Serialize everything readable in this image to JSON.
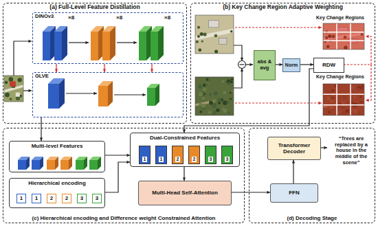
{
  "diagram": {
    "nodes": [
      {
        "text": [
          "(a) Full-Level Feature Distillation"
        ]
      },
      {
        "text": [
          "DINOv3"
        ],
        "in": 0
      },
      {
        "text": [
          "GLVE"
        ],
        "in": 0
      },
      {
        "text": [
          "(b) Key Change Region Adaptive Weighting"
        ]
      },
      {
        "text": [
          "abs & avg"
        ],
        "in": 3
      },
      {
        "text": [
          "Norm"
        ],
        "in": 3
      },
      {
        "text": [
          "RDW"
        ],
        "in": 3
      },
      {
        "text": [
          "(c) Hierarchical encoding and Difference weight Constrained Attention"
        ]
      },
      {
        "text": [
          "Multi-level Features"
        ],
        "in": 7
      },
      {
        "text": [
          "Hierarchical encoding"
        ],
        "in": 7
      },
      {
        "text": [
          "1"
        ],
        "in": 9
      },
      {
        "text": [
          "1"
        ],
        "in": 9
      },
      {
        "text": [
          "2"
        ],
        "in": 9
      },
      {
        "text": [
          "2"
        ],
        "in": 9
      },
      {
        "text": [
          "3"
        ],
        "in": 9
      },
      {
        "text": [
          "3"
        ],
        "in": 9
      },
      {
        "text": [
          "Dual-Constrained Features"
        ],
        "in": 7
      },
      {
        "text": [
          "1"
        ],
        "in": 16
      },
      {
        "text": [
          "1"
        ],
        "in": 16
      },
      {
        "text": [
          "2"
        ],
        "in": 16
      },
      {
        "text": [
          "2"
        ],
        "in": 16
      },
      {
        "text": [
          "3"
        ],
        "in": 16
      },
      {
        "text": [
          "3"
        ],
        "in": 16
      },
      {
        "text": [
          "Multi-Head Self-Attention"
        ],
        "in": 7
      },
      {
        "text": [
          "(d) Decoding Stage"
        ]
      },
      {
        "text": [
          "Transformer Decoder"
        ],
        "in": 24
      },
      {
        "text": [
          "FFN"
        ],
        "in": 24
      }
    ],
    "edges": [
      {
        "from": 1,
        "to": 2,
        "arrow": "to"
      },
      {
        "from": 1,
        "to": 2,
        "arrow": "to"
      },
      {
        "from": 1,
        "to": 2,
        "arrow": "to"
      },
      {
        "from": 4,
        "to": 5,
        "arrow": "to"
      },
      {
        "from": 5,
        "to": 6,
        "arrow": "to"
      },
      {
        "from": 2,
        "to": 8,
        "arrow": "to"
      },
      {
        "from": 8,
        "to": 16,
        "arrow": "to"
      },
      {
        "from": 9,
        "to": 16,
        "arrow": "to"
      },
      {
        "from": 6,
        "to": 16,
        "arrow": "to"
      },
      {
        "from": 16,
        "to": 23,
        "arrow": "to"
      },
      {
        "from": 23,
        "to": 26,
        "arrow": "to"
      },
      {
        "from": 26,
        "to": 25,
        "arrow": "to"
      }
    ],
    "labels": [
      "×8",
      "×8",
      "×8",
      "Key Change Regions",
      "Key Change Regions",
      "“Trees are replaced by a house in the middle of the scene”"
    ]
  }
}
